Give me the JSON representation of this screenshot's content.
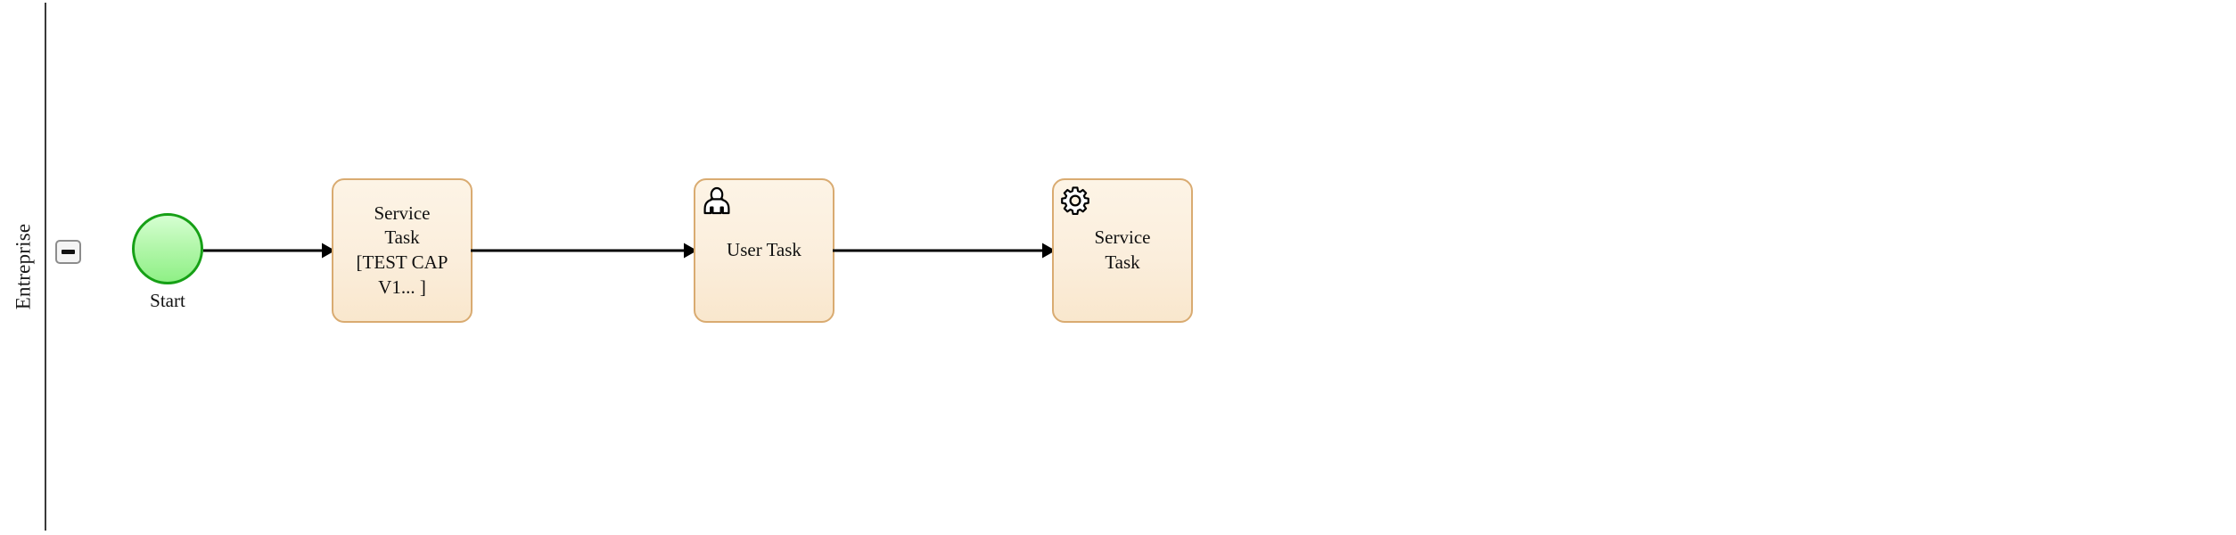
{
  "diagram": {
    "type": "bpmn-process",
    "pool": {
      "lane_label": "Entreprise",
      "collapse_toggle": "−"
    },
    "colors": {
      "task_fill": "#FDF2E1",
      "task_border": "#D9AB71",
      "start_fill": "#A9F3A0",
      "start_border": "#16A016",
      "flow_stroke": "#000000",
      "frame_border": "#000000",
      "toggle_fill": "#F4F4F4",
      "toggle_border": "#8C8C8C"
    },
    "nodes": [
      {
        "id": "start-event",
        "kind": "start-event",
        "label": "Start",
        "icon": "none"
      },
      {
        "id": "task-1",
        "kind": "service-task",
        "label": "Service\nTask\n[TEST CAP\nV1... ]",
        "icon": "none"
      },
      {
        "id": "task-2",
        "kind": "user-task",
        "label": "User Task",
        "icon": "user-icon"
      },
      {
        "id": "task-3",
        "kind": "service-task",
        "label": "Service\nTask",
        "icon": "gear-icon"
      }
    ],
    "flows": [
      {
        "id": "flow-1",
        "from": "start-event",
        "to": "task-1",
        "label": ""
      },
      {
        "id": "flow-2",
        "from": "task-1",
        "to": "task-2",
        "label": ""
      },
      {
        "id": "flow-3",
        "from": "task-2",
        "to": "task-3",
        "label": ""
      }
    ]
  }
}
